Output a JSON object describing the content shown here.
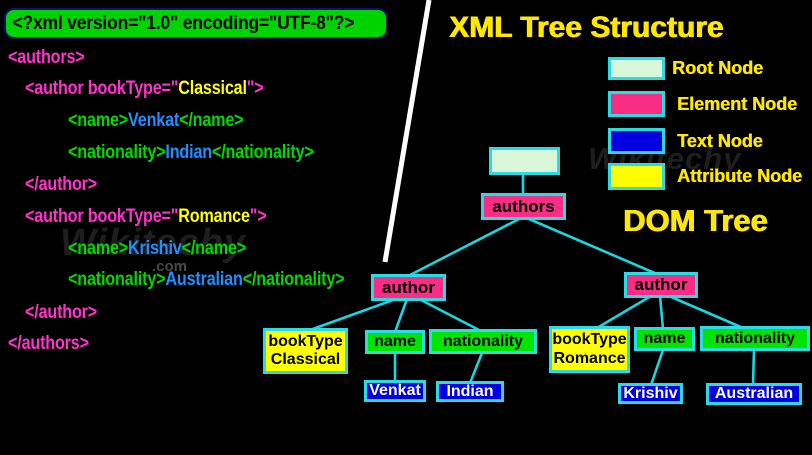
{
  "colors": {
    "background": "#000000",
    "connector_cyan": "#19d6e0",
    "divider_white": "#ffffff",
    "code_tag_magenta": "#ff33cc",
    "code_tag_green": "#00d800",
    "code_value_blue": "#1e90ff",
    "code_attr_yellow": "#ffff00",
    "declaration_bg": "#00d400",
    "root_node_fill": "#d9f6d9",
    "element_node_fill": "#fa2d85",
    "text_node_fill": "#0000e0",
    "attribute_node_fill": "#ffff00",
    "heading_yellow": "#ffe800"
  },
  "code": {
    "declaration": "<?xml version=\"1.0\" encoding=\"UTF-8\"?>",
    "l1": {
      "t1": "<authors>"
    },
    "l2": {
      "t1": "<author bookType=\"",
      "t2": "Classical",
      "t3": "\">"
    },
    "l3": {
      "t1": "<name>",
      "t2": "Venkat",
      "t3": "</name>"
    },
    "l4": {
      "t1": "<nationality>",
      "t2": "Indian",
      "t3": "</nationality>"
    },
    "l5": {
      "t1": "</author>"
    },
    "l6": {
      "t1": "<author bookType=\"",
      "t2": "Romance",
      "t3": "\">"
    },
    "l7": {
      "t1": "<name>",
      "t2": "Krishiv",
      "t3": "</name>"
    },
    "l8": {
      "t1": "<nationality>",
      "t2": "Australian",
      "t3": "</nationality>"
    },
    "l9": {
      "t1": "</author>"
    },
    "l10": {
      "t1": "</authors>"
    }
  },
  "right": {
    "title": "XML Tree Structure",
    "dom_tree_label": "DOM Tree",
    "legend": [
      {
        "label": "Root Node",
        "type": "root"
      },
      {
        "label": "Element Node",
        "type": "element"
      },
      {
        "label": "Text Node",
        "type": "text"
      },
      {
        "label": "Attribute Node",
        "type": "attribute"
      }
    ]
  },
  "tree": {
    "authors": "authors",
    "author_left": "author",
    "author_right": "author",
    "booktype_left_line1": "bookType",
    "booktype_left_line2": "Classical",
    "name_left": "name",
    "nationality_left": "nationality",
    "venkat": "Venkat",
    "indian": "Indian",
    "booktype_right_line1": "bookType",
    "booktype_right_line2": "Romance",
    "name_right": "name",
    "nationality_right": "nationality",
    "krishiv": "Krishiv",
    "australian": "Australian"
  },
  "watermark": {
    "text": "Wikitechy",
    "suffix": ".com"
  }
}
